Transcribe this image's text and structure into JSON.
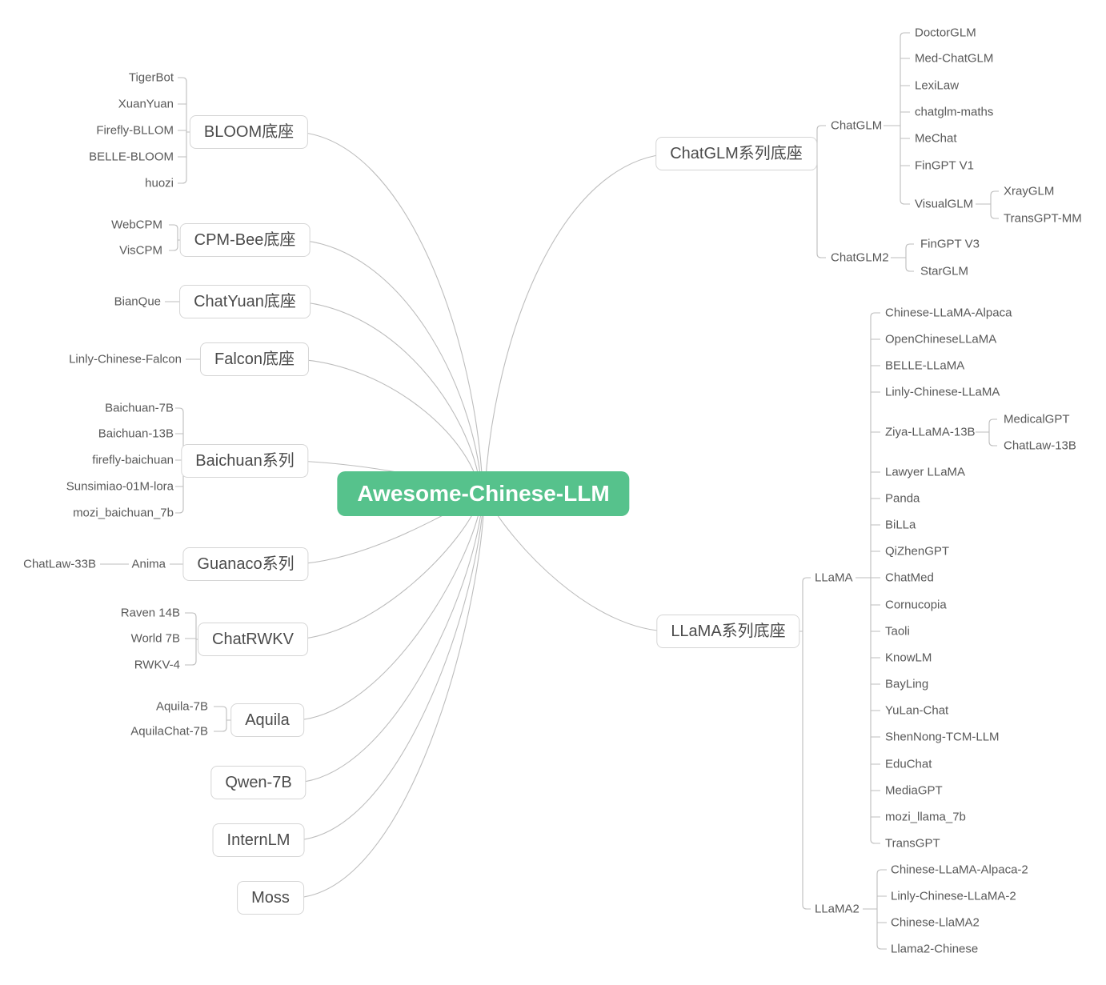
{
  "theme": {
    "root_accent": "#56c28c",
    "wire_color": "#bdbdbd",
    "leaf_text": "#595959",
    "box_text": "#4b4b4b"
  },
  "mindmap": {
    "root": "Awesome-Chinese-LLM",
    "left": [
      {
        "label": "BLOOM底座",
        "children": [
          "TigerBot",
          "XuanYuan",
          "Firefly-BLLOM",
          "BELLE-BLOOM",
          "huozi"
        ]
      },
      {
        "label": "CPM-Bee底座",
        "children": [
          "WebCPM",
          "VisCPM"
        ]
      },
      {
        "label": "ChatYuan底座",
        "children": [
          "BianQue"
        ]
      },
      {
        "label": "Falcon底座",
        "children": [
          "Linly-Chinese-Falcon"
        ]
      },
      {
        "label": "Baichuan系列",
        "children": [
          "Baichuan-7B",
          "Baichuan-13B",
          "firefly-baichuan",
          "Sunsimiao-01M-lora",
          "mozi_baichuan_7b"
        ]
      },
      {
        "label": "Guanaco系列",
        "children": [
          "Anima"
        ],
        "grandchildren": [
          "ChatLaw-33B"
        ]
      },
      {
        "label": "ChatRWKV",
        "children": [
          "Raven 14B",
          "World 7B",
          "RWKV-4"
        ]
      },
      {
        "label": "Aquila",
        "children": [
          "Aquila-7B",
          "AquilaChat-7B"
        ]
      },
      {
        "label": "Qwen-7B",
        "children": []
      },
      {
        "label": "InternLM",
        "children": []
      },
      {
        "label": "Moss",
        "children": []
      }
    ],
    "right": [
      {
        "label": "ChatGLM系列底座",
        "children": [
          {
            "label": "ChatGLM",
            "children": [
              "DoctorGLM",
              "Med-ChatGLM",
              "LexiLaw",
              "chatglm-maths",
              "MeChat",
              "FinGPT V1",
              "VisualGLM"
            ],
            "visualglm_children": [
              "XrayGLM",
              "TransGPT-MM"
            ]
          },
          {
            "label": "ChatGLM2",
            "children": [
              "FinGPT V3",
              "StarGLM"
            ]
          }
        ]
      },
      {
        "label": "LLaMA系列底座",
        "children": [
          {
            "label": "LLaMA",
            "children": [
              "Chinese-LLaMA-Alpaca",
              "OpenChineseLLaMA",
              "BELLE-LLaMA",
              "Linly-Chinese-LLaMA",
              "Ziya-LLaMA-13B",
              "Lawyer LLaMA",
              "Panda",
              "BiLLa",
              "QiZhenGPT",
              "ChatMed",
              "Cornucopia",
              "Taoli",
              "KnowLM",
              "BayLing",
              "YuLan-Chat",
              "ShenNong-TCM-LLM",
              "EduChat",
              "MediaGPT",
              "mozi_llama_7b",
              "TransGPT"
            ],
            "ziya_children": [
              "MedicalGPT",
              "ChatLaw-13B"
            ]
          },
          {
            "label": "LLaMA2",
            "children": [
              "Chinese-LLaMA-Alpaca-2",
              "Linly-Chinese-LLaMA-2",
              "Chinese-LlaMA2",
              "Llama2-Chinese"
            ]
          }
        ]
      }
    ]
  }
}
